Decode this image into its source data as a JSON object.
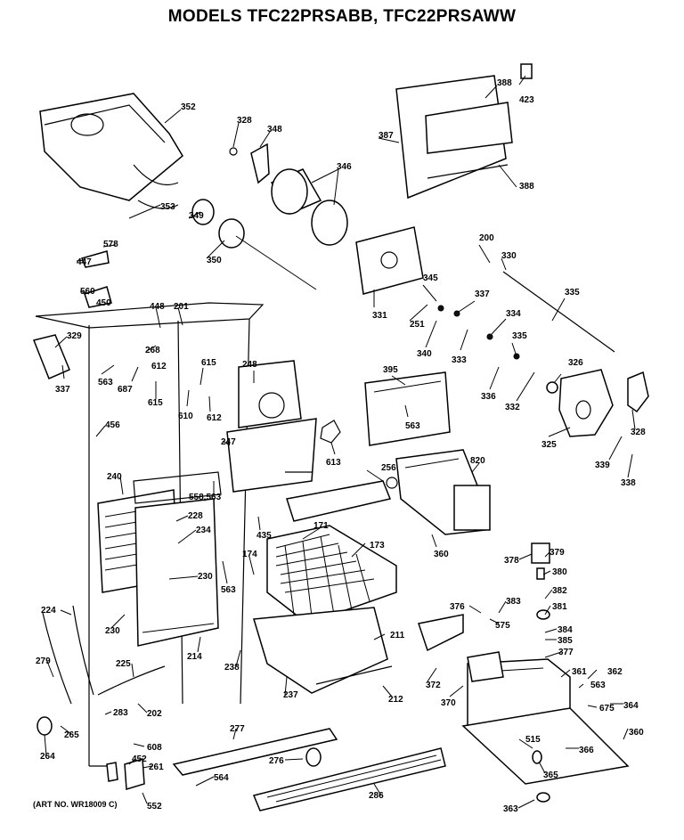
{
  "title": "MODELS TFC22PRSABB, TFC22PRSAWW",
  "art_number": "(ART NO. WR18009 C)",
  "callouts": [
    {
      "label": "352"
    },
    {
      "label": "328"
    },
    {
      "label": "348"
    },
    {
      "label": "346"
    },
    {
      "label": "388"
    },
    {
      "label": "423"
    },
    {
      "label": "387"
    },
    {
      "label": "388"
    },
    {
      "label": "353"
    },
    {
      "label": "349"
    },
    {
      "label": "350"
    },
    {
      "label": "578"
    },
    {
      "label": "447"
    },
    {
      "label": "560"
    },
    {
      "label": "450"
    },
    {
      "label": "448"
    },
    {
      "label": "201"
    },
    {
      "label": "200"
    },
    {
      "label": "330"
    },
    {
      "label": "331"
    },
    {
      "label": "345"
    },
    {
      "label": "337"
    },
    {
      "label": "335"
    },
    {
      "label": "329"
    },
    {
      "label": "268"
    },
    {
      "label": "251"
    },
    {
      "label": "334"
    },
    {
      "label": "337"
    },
    {
      "label": "563"
    },
    {
      "label": "687"
    },
    {
      "label": "612"
    },
    {
      "label": "615"
    },
    {
      "label": "248"
    },
    {
      "label": "340"
    },
    {
      "label": "333"
    },
    {
      "label": "335"
    },
    {
      "label": "615"
    },
    {
      "label": "610"
    },
    {
      "label": "612"
    },
    {
      "label": "395"
    },
    {
      "label": "326"
    },
    {
      "label": "336"
    },
    {
      "label": "332"
    },
    {
      "label": "456"
    },
    {
      "label": "563"
    },
    {
      "label": "328"
    },
    {
      "label": "247"
    },
    {
      "label": "613"
    },
    {
      "label": "325"
    },
    {
      "label": "339"
    },
    {
      "label": "256"
    },
    {
      "label": "820"
    },
    {
      "label": "338"
    },
    {
      "label": "240"
    },
    {
      "label": "558,563"
    },
    {
      "label": "228"
    },
    {
      "label": "234"
    },
    {
      "label": "435"
    },
    {
      "label": "171"
    },
    {
      "label": "173"
    },
    {
      "label": "360"
    },
    {
      "label": "379"
    },
    {
      "label": "378"
    },
    {
      "label": "380"
    },
    {
      "label": "174"
    },
    {
      "label": "230"
    },
    {
      "label": "563"
    },
    {
      "label": "382"
    },
    {
      "label": "376"
    },
    {
      "label": "383"
    },
    {
      "label": "381"
    },
    {
      "label": "224"
    },
    {
      "label": "575"
    },
    {
      "label": "230"
    },
    {
      "label": "384"
    },
    {
      "label": "385"
    },
    {
      "label": "211"
    },
    {
      "label": "214"
    },
    {
      "label": "377"
    },
    {
      "label": "238"
    },
    {
      "label": "279"
    },
    {
      "label": "225"
    },
    {
      "label": "361"
    },
    {
      "label": "362"
    },
    {
      "label": "372"
    },
    {
      "label": "237"
    },
    {
      "label": "563"
    },
    {
      "label": "212"
    },
    {
      "label": "370"
    },
    {
      "label": "202"
    },
    {
      "label": "283"
    },
    {
      "label": "675"
    },
    {
      "label": "364"
    },
    {
      "label": "277"
    },
    {
      "label": "265"
    },
    {
      "label": "360"
    },
    {
      "label": "608"
    },
    {
      "label": "515"
    },
    {
      "label": "366"
    },
    {
      "label": "264"
    },
    {
      "label": "452"
    },
    {
      "label": "261"
    },
    {
      "label": "276"
    },
    {
      "label": "365"
    },
    {
      "label": "564"
    },
    {
      "label": "286"
    },
    {
      "label": "552"
    },
    {
      "label": "363"
    }
  ]
}
